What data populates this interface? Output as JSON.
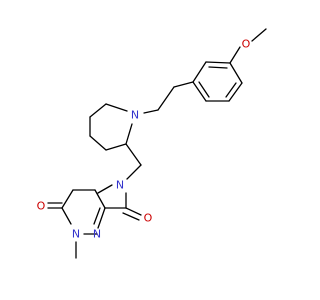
{
  "atom_labels": {
    "methoxy_o": "O",
    "piperidine_n": "N",
    "amide_n": "N",
    "amide_o": "O",
    "ring_n_imine": "N",
    "ring_n_methyl": "N",
    "lactam_o": "O"
  },
  "colors": {
    "bond": "#000000",
    "nitrogen": "#3333cc",
    "oxygen": "#cc0000",
    "background": "#ffffff"
  }
}
